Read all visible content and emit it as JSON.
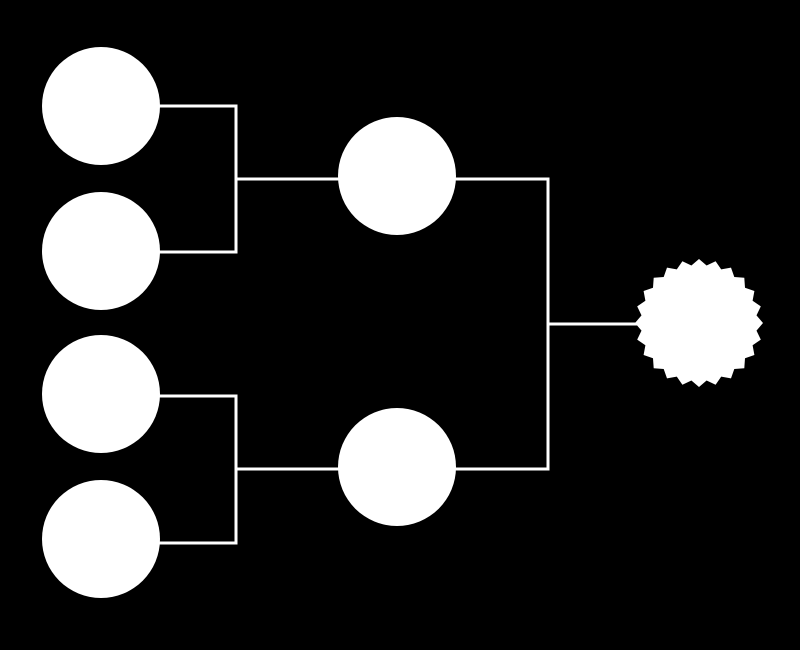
{
  "diagram": {
    "type": "bracket-tree",
    "colors": {
      "background": "#000000",
      "foreground": "#ffffff"
    },
    "rounds": [
      {
        "round": 1,
        "nodes": [
          {
            "id": "r1-slot-1",
            "shape": "circle"
          },
          {
            "id": "r1-slot-2",
            "shape": "circle"
          },
          {
            "id": "r1-slot-3",
            "shape": "circle"
          },
          {
            "id": "r1-slot-4",
            "shape": "circle"
          }
        ]
      },
      {
        "round": 2,
        "nodes": [
          {
            "id": "r2-slot-1",
            "shape": "circle",
            "from": [
              "r1-slot-1",
              "r1-slot-2"
            ]
          },
          {
            "id": "r2-slot-2",
            "shape": "circle",
            "from": [
              "r1-slot-3",
              "r1-slot-4"
            ]
          }
        ]
      },
      {
        "round": 3,
        "nodes": [
          {
            "id": "winner",
            "shape": "starburst",
            "from": [
              "r2-slot-1",
              "r2-slot-2"
            ]
          }
        ]
      }
    ]
  }
}
